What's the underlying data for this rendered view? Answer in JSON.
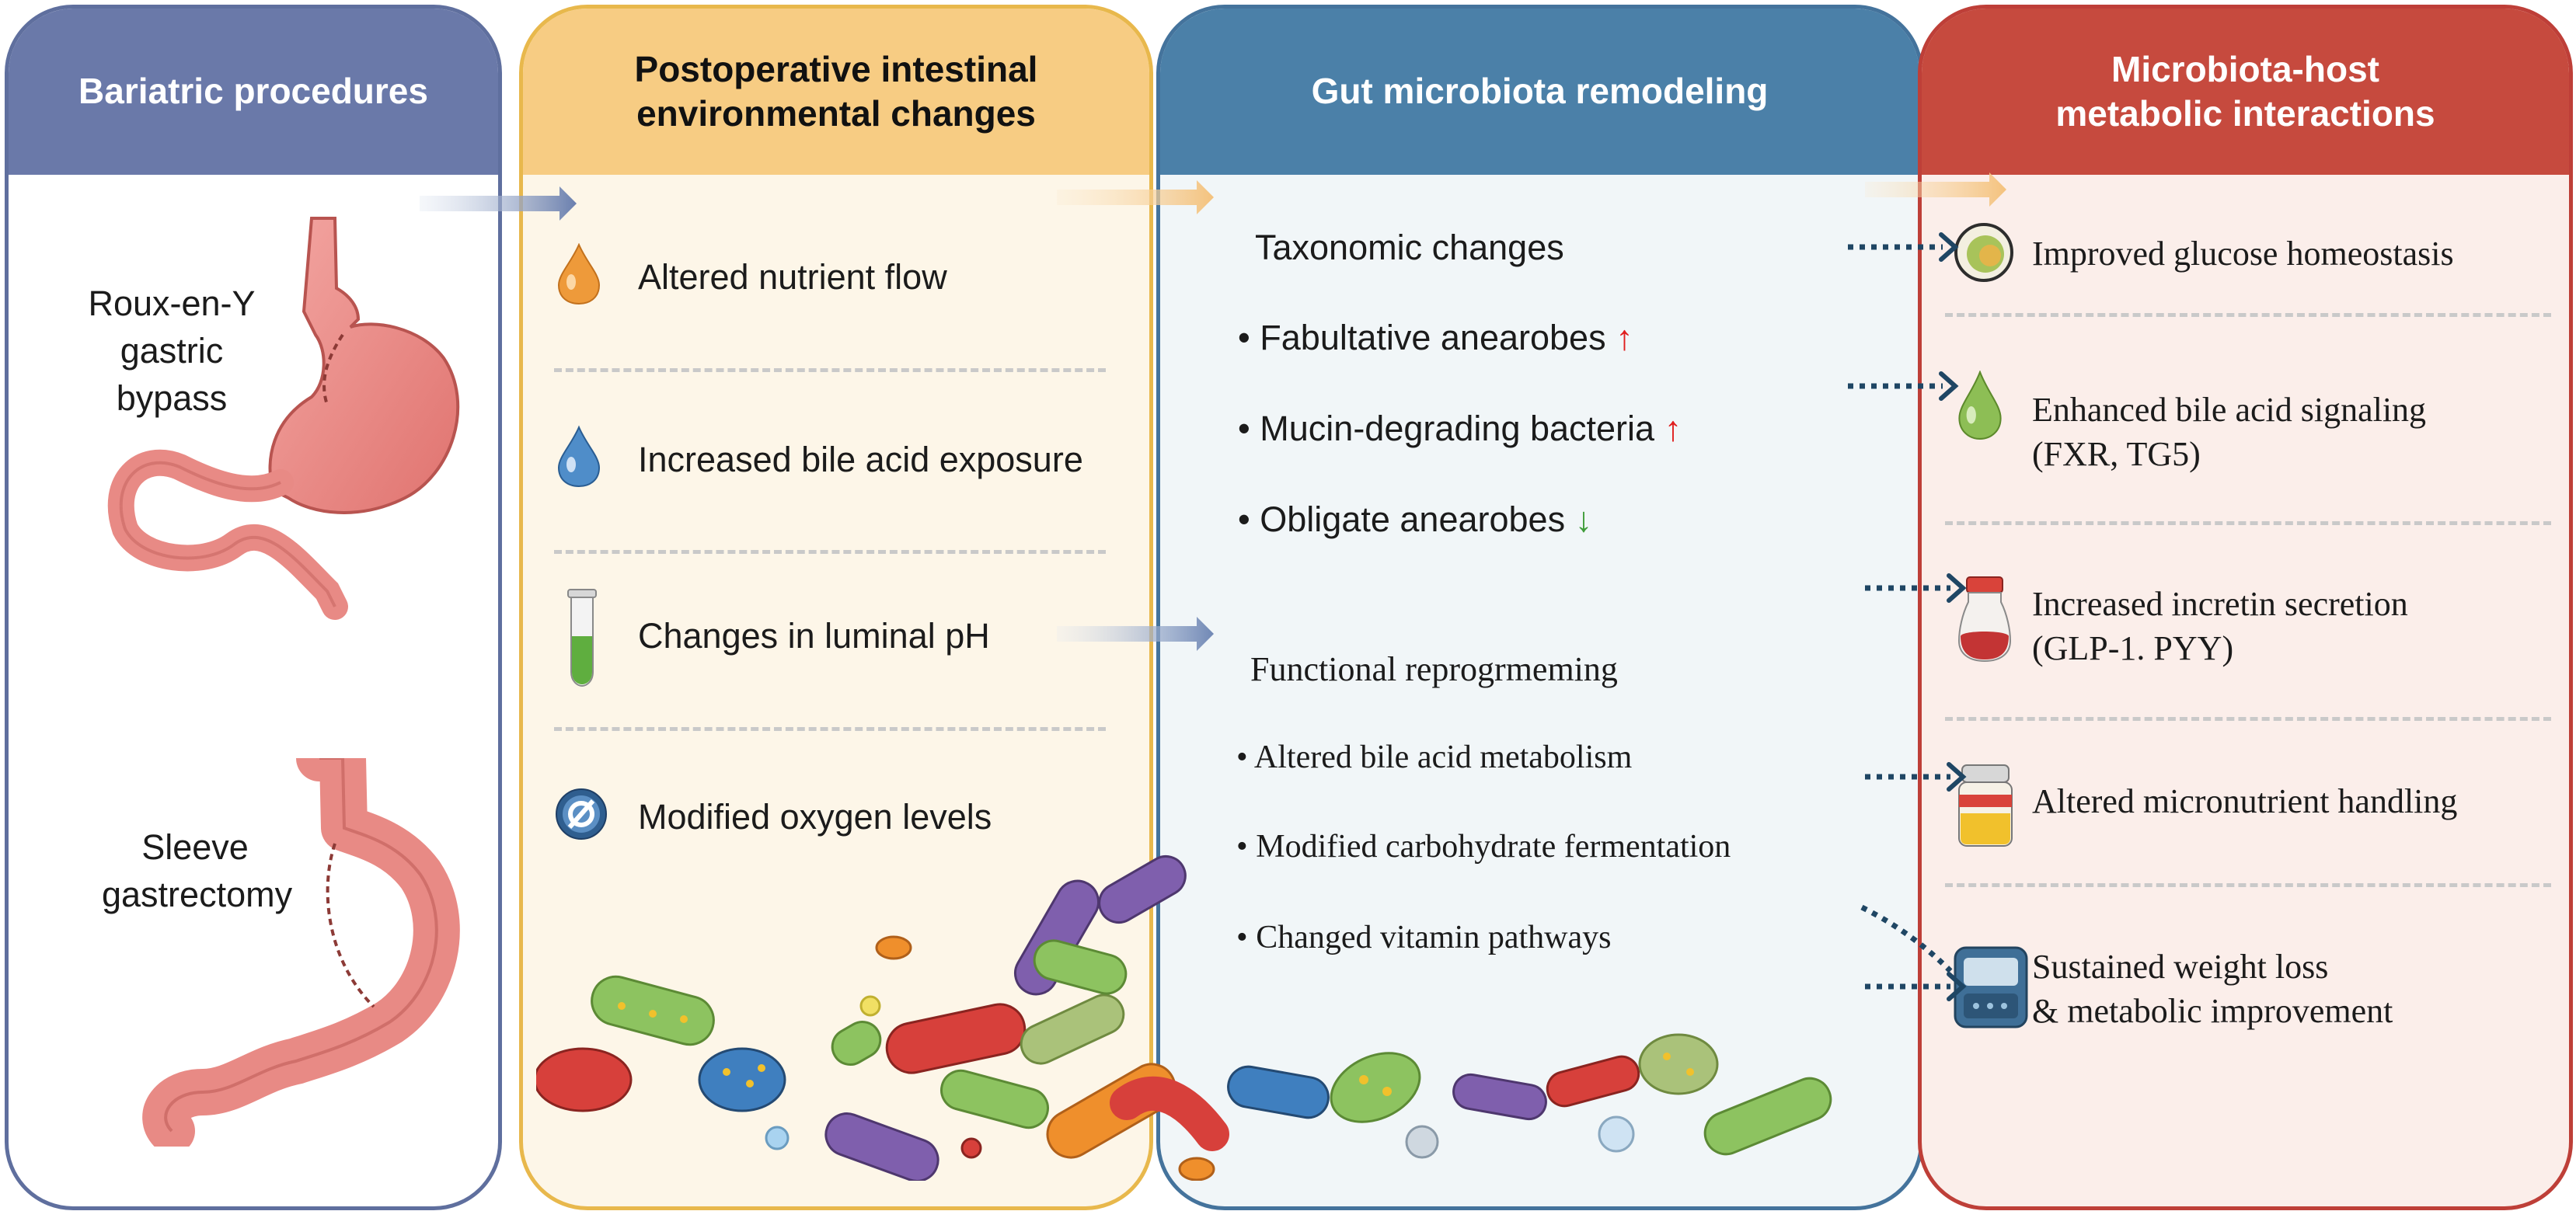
{
  "panels": {
    "procedures": {
      "title": "Bariatric procedures",
      "rygb_label": [
        "Roux-en-Y",
        "gastric bypass"
      ],
      "sleeve_label": [
        "Sleeve",
        "gastrectomy"
      ]
    },
    "environment": {
      "title": [
        "Postoperative intestinal",
        "environmental changes"
      ],
      "items": [
        "Altered nutrient flow",
        "Increased bile acid exposure",
        "Changes in luminal pH",
        "Modified oxygen levels"
      ]
    },
    "microbiota": {
      "title": "Gut microbiota remodeling",
      "taxonomic_heading": "Taxonomic changes",
      "taxonomic_items": [
        {
          "bullet": "•",
          "text": "Fabultative anearobes",
          "arrow": "↑"
        },
        {
          "bullet": "•",
          "text": "Mucin-degrading bacteria",
          "arrow": "↑"
        },
        {
          "bullet": "•",
          "text": "Obligate anearobes",
          "arrow": "↓"
        }
      ],
      "functional_heading": "Functional reprogrmeming",
      "functional_items": [
        {
          "bullet": "•",
          "text": "Altered bile acid metabolism"
        },
        {
          "bullet": "•",
          "text": "Modified carbohydrate fermentation"
        },
        {
          "bullet": "•",
          "text": "Changed vitamin pathways"
        }
      ]
    },
    "interactions": {
      "title": [
        "Microbiota-host",
        "metabolic interactions"
      ],
      "items": [
        [
          "Improved glucose homeostasis"
        ],
        [
          "Enhanced bile acid signaling",
          "(FXR, TG5)"
        ],
        [
          "Increased incretin secretion",
          "(GLP-1. PYY)"
        ],
        [
          "Altered micronutrient handling"
        ],
        [
          "Sustained weight loss",
          "& metabolic improvement"
        ]
      ]
    }
  },
  "colors": {
    "procedures": "#6a79a9",
    "environment": "#f7cc83",
    "microbiota": "#4b80a8",
    "interactions": "#c64a3e",
    "up_arrow": "#e01e1e",
    "down_arrow": "#3f9c3a"
  },
  "icons": [
    "stomach-bypass-icon",
    "sleeve-stomach-icon",
    "orange-drop-icon",
    "blue-drop-icon",
    "test-tube-icon",
    "oxygen-icon",
    "glucose-icon",
    "green-drop-icon",
    "vial-icon",
    "jar-icon",
    "scale-icon",
    "bacteria-cluster-icon"
  ]
}
